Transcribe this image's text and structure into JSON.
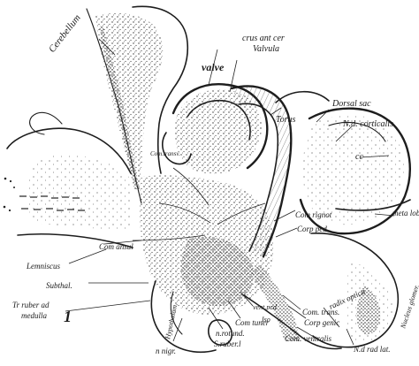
{
  "figure": {
    "panel_number": "1",
    "labels": {
      "cerebellum": "Cerebellum",
      "valve": "valve",
      "crus_ant_cer": "crus ant cer",
      "valvula": "Valvula",
      "torus": "Torus",
      "dorsal_sac": "Dorsal sac",
      "nd_corticalis": "N.d. corticalis",
      "cc": "cc",
      "com_transv": "Com.transv.",
      "com_rignot": "Com rignot",
      "com_ansul": "Com ansul",
      "corp_ped": "Corp ped.",
      "meta_lobe": "meta lobe",
      "lemniscus": "Lemniscus",
      "subthal": "Subthal.",
      "hypothalamus": "Hypothalam.",
      "tr_ruber": "Tr ruber ad",
      "medulla": "medulla",
      "n_nigr": "n nigr.",
      "n_rotund": "n.rotund.",
      "s_ruber": "S.ruber.l",
      "com_tuner": "Com tuner",
      "vent_pcd": "vent.pcd",
      "iso": "Iso",
      "com_trans": "Com. trans.",
      "corp_genic": "Corp genic",
      "com_ventralis": "Com. ventralis",
      "radix_optic": "radix optica",
      "nd_rad_lat": "N.d rad lat.",
      "nucleus_glomerulosus": "Nucleus glomer."
    }
  }
}
